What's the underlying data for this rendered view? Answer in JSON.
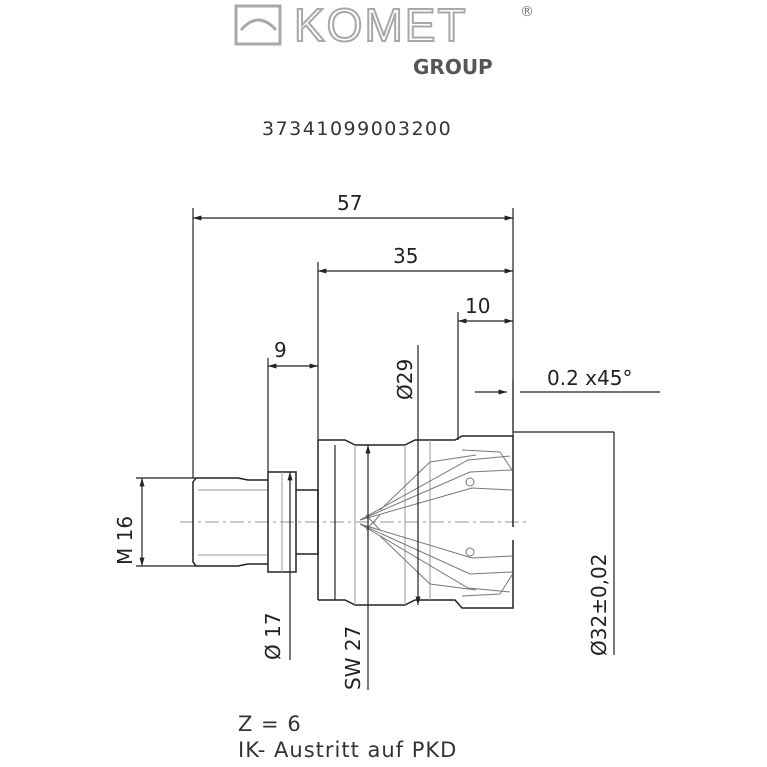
{
  "header": {
    "brand": "KOMET",
    "registered": "®",
    "group": "GROUP",
    "part_number": "37341099003200"
  },
  "dimensions": {
    "overall_length": "57",
    "body_length": "35",
    "chamfer_length": "10",
    "flange_length": "9",
    "body_diameter": "Ø29",
    "chamfer": "0.2 x45°",
    "cutting_diameter": "Ø32±0,02",
    "thread": "M 16",
    "collar_diameter": "Ø 17",
    "wrench_size": "SW 27"
  },
  "notes": {
    "teeth": "Z = 6",
    "coolant": "IK- Austritt auf PKD"
  },
  "colors": {
    "line": "#222222",
    "light_line": "#9a9a9a",
    "logo": "#a8a8a8"
  }
}
